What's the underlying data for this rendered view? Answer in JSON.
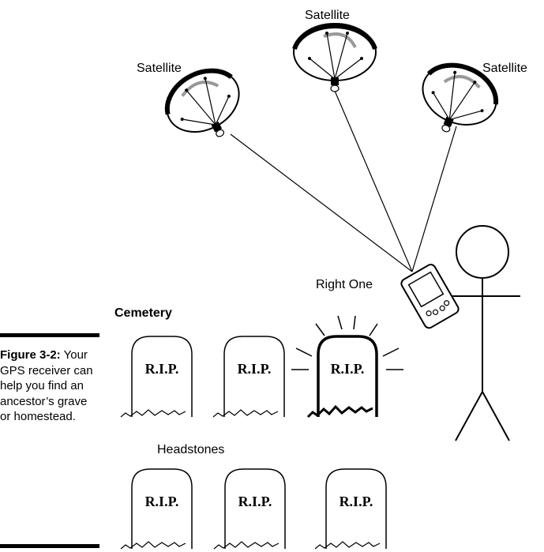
{
  "labels": {
    "satellite_left": "Satellite",
    "satellite_top": "Satellite",
    "satellite_right": "Satellite",
    "cemetery": "Cemetery",
    "right_one": "Right One",
    "headstones": "Headstones",
    "rip": "R.I.P."
  },
  "caption": {
    "figure": "Figure 3-2:",
    "text": "Your GPS receiver can help you find an ancestor’s grave or homestead."
  }
}
